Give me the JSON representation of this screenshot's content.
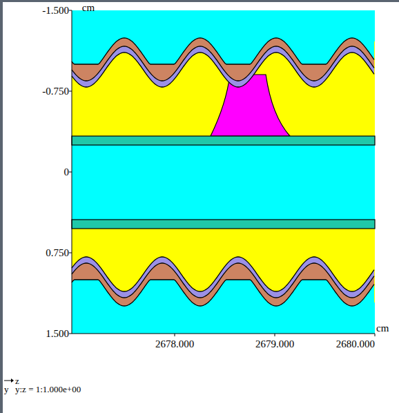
{
  "diagram": {
    "labels": [
      "cm",
      "-1.500",
      "-0.750",
      "0",
      "0.750",
      "1.500",
      "cm",
      "2678.000",
      "2679.000",
      "2680.000",
      "z",
      "y",
      "y:z = 1:1.000e+00"
    ]
  }
}
